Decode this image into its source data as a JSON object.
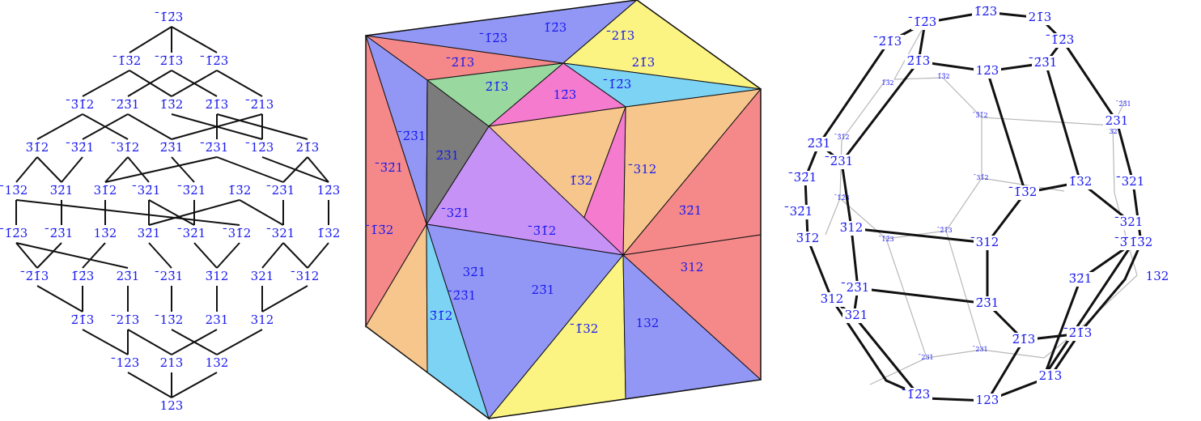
{
  "hasse": {
    "nodes": [
      {
        "id": "t",
        "label": "̄1̄2̄3"
      },
      {
        "id": "a1",
        "label": "̄1̄3̄2"
      },
      {
        "id": "a2",
        "label": "̄2̄1̄3"
      },
      {
        "id": "a3",
        "label": "̄1̄2̄3"
      },
      {
        "id": "b1",
        "label": "̄3̄1̄2"
      },
      {
        "id": "b2",
        "label": "̄2̄3̄1"
      },
      {
        "id": "b3",
        "label": "1̄3̄2"
      },
      {
        "id": "b4",
        "label": "2̄1̄3"
      },
      {
        "id": "b5",
        "label": "̄2̄13"
      },
      {
        "id": "c1",
        "label": "3̄1̄2"
      },
      {
        "id": "c2",
        "label": "̄3̄2̄1"
      },
      {
        "id": "c3",
        "label": "̄31̄2"
      },
      {
        "id": "c4",
        "label": "2̄3̄1"
      },
      {
        "id": "c5",
        "label": "̄2̄31"
      },
      {
        "id": "c6",
        "label": "̄12̄3"
      },
      {
        "id": "c7",
        "label": "21̄3"
      },
      {
        "id": "d1",
        "label": "̄13̄2"
      },
      {
        "id": "d2",
        "label": "3̄2̄1"
      },
      {
        "id": "d3",
        "label": "31̄2"
      },
      {
        "id": "d4",
        "label": "̄32̄1"
      },
      {
        "id": "d5",
        "label": "̄3̄21"
      },
      {
        "id": "d6",
        "label": "1̄3̄2"
      },
      {
        "id": "d7",
        "label": "̄23̄1"
      },
      {
        "id": "d8",
        "label": "12̄3"
      },
      {
        "id": "e1",
        "label": "̄1̄2̄3"
      },
      {
        "id": "e2",
        "label": "̄2̄3̄1"
      },
      {
        "id": "e3",
        "label": "13̄2"
      },
      {
        "id": "e4",
        "label": "32̄1"
      },
      {
        "id": "e5",
        "label": "̄32̄1"
      },
      {
        "id": "e6",
        "label": "̄31̄2"
      },
      {
        "id": "e7",
        "label": "̄321"
      },
      {
        "id": "e8",
        "label": "1̄32"
      },
      {
        "id": "f1",
        "label": "̄2̄1̄3"
      },
      {
        "id": "f2",
        "label": "1̄2̄3"
      },
      {
        "id": "f3",
        "label": "23̄1"
      },
      {
        "id": "f4",
        "label": "̄23̄1"
      },
      {
        "id": "f5",
        "label": "3̄12"
      },
      {
        "id": "f6",
        "label": "321"
      },
      {
        "id": "f7",
        "label": "̄312"
      },
      {
        "id": "g1",
        "label": "2̄1̄3"
      },
      {
        "id": "g2",
        "label": "̄21̄3"
      },
      {
        "id": "g3",
        "label": "̄13̄2"
      },
      {
        "id": "g4",
        "label": "231"
      },
      {
        "id": "g5",
        "label": "312"
      },
      {
        "id": "h1",
        "label": "̄123"
      },
      {
        "id": "h2",
        "label": "213"
      },
      {
        "id": "h3",
        "label": "132"
      },
      {
        "id": "bot",
        "label": "123"
      }
    ],
    "edges": [
      [
        "t",
        "a1"
      ],
      [
        "t",
        "a2"
      ],
      [
        "t",
        "a3"
      ],
      [
        "a1",
        "b1"
      ],
      [
        "a1",
        "b3"
      ],
      [
        "a2",
        "b2"
      ],
      [
        "a2",
        "b4"
      ],
      [
        "a3",
        "b3"
      ],
      [
        "a3",
        "b5"
      ],
      [
        "b1",
        "c1"
      ],
      [
        "b1",
        "c3"
      ],
      [
        "b2",
        "c2"
      ],
      [
        "b2",
        "c4"
      ],
      [
        "b3",
        "c6"
      ],
      [
        "b4",
        "c5"
      ],
      [
        "b4",
        "c7"
      ],
      [
        "b5",
        "c4"
      ],
      [
        "b5",
        "c6"
      ],
      [
        "c1",
        "d1"
      ],
      [
        "c1",
        "d2"
      ],
      [
        "c2",
        "d2"
      ],
      [
        "c3",
        "d3"
      ],
      [
        "c3",
        "d4"
      ],
      [
        "c4",
        "d5"
      ],
      [
        "c5",
        "d7"
      ],
      [
        "c5",
        "d3"
      ],
      [
        "c6",
        "d8"
      ],
      [
        "c7",
        "d7"
      ],
      [
        "c7",
        "d8"
      ],
      [
        "d1",
        "e1"
      ],
      [
        "d1",
        "e6"
      ],
      [
        "d2",
        "e2"
      ],
      [
        "d3",
        "e3"
      ],
      [
        "d4",
        "e4"
      ],
      [
        "d4",
        "e5"
      ],
      [
        "d5",
        "e5"
      ],
      [
        "d6",
        "e7"
      ],
      [
        "d6",
        "e4"
      ],
      [
        "d7",
        "e7"
      ],
      [
        "d8",
        "e8"
      ],
      [
        "e1",
        "f1"
      ],
      [
        "e1",
        "f3"
      ],
      [
        "e2",
        "f1"
      ],
      [
        "e3",
        "f2"
      ],
      [
        "e4",
        "f4"
      ],
      [
        "e5",
        "f5"
      ],
      [
        "e6",
        "f5"
      ],
      [
        "e7",
        "f6"
      ],
      [
        "e7",
        "f7"
      ],
      [
        "e8",
        "f7"
      ],
      [
        "f1",
        "g1"
      ],
      [
        "f2",
        "g1"
      ],
      [
        "f3",
        "g2"
      ],
      [
        "f4",
        "g3"
      ],
      [
        "f5",
        "g4"
      ],
      [
        "f6",
        "g5"
      ],
      [
        "f7",
        "g5"
      ],
      [
        "g1",
        "h1"
      ],
      [
        "g2",
        "h1"
      ],
      [
        "g2",
        "h2"
      ],
      [
        "g3",
        "h3"
      ],
      [
        "g4",
        "h2"
      ],
      [
        "g5",
        "h3"
      ],
      [
        "h1",
        "bot"
      ],
      [
        "h2",
        "bot"
      ],
      [
        "h3",
        "bot"
      ]
    ]
  },
  "cube": {
    "colors": {
      "blue": "#9297f5",
      "pink": "#f47bce",
      "green": "#99d9a0",
      "yellow": "#fbf483",
      "cyan": "#7dd3f4",
      "salmon": "#f5898a",
      "orange": "#f7c68c",
      "violet": "#c792f6",
      "gray": "#7c7c7c"
    },
    "labels": [
      "̄1̄2̄3",
      "1̄2̄3",
      "̄21̄3",
      "̄2̄1̄3",
      "21̄3",
      "2̄1̄3",
      "12̄3",
      "̄1̄2̄3",
      "̄2̄3̄1",
      "2̄3̄1",
      "̄3̄2̄1",
      "̄32̄1",
      "̄1̄3̄2",
      "1̄3̄2",
      "̄3̄1̄2",
      "̄312",
      "3̄2̄1",
      "̄2̄3̄1",
      "32̄1",
      "23̄1",
      "3̄1̄2",
      "̄1̄32",
      "132",
      "312"
    ]
  },
  "solid": {
    "front_labels": [
      "̄1̄2̄3",
      "1̄2̄3",
      "̄2̄1̄3",
      "21̄3",
      "2̄1̄3",
      "̄1̄2̄3",
      "12̄3",
      "̄2̄3̄1",
      "2̄3̄1",
      "̄2̄31",
      "̄3̄2̄1",
      "̄32̄1",
      "1̄32",
      "̄1̄3̄2",
      "̄321",
      "3̄12",
      "̄312",
      "̄321",
      "̄3̄1̄2",
      "3̄2̄1",
      "3̄1̄2",
      "̄23̄1",
      "2̄3̄1",
      "321",
      "312",
      "231",
      "̄1̄3̄2",
      "132",
      "̄2̄1̄3",
      "2̄1̄3",
      "̄1̄2̄3",
      "123",
      "213"
    ],
    "back_labels": [
      "1̄3̄2",
      "1̄3̄2",
      "̄2̄3̄1",
      "̄3̄2̄1",
      "̄3̄1̄2",
      "̄3̄1̄2",
      "̄31̄2",
      "̄1̄2̄3",
      "̄1̄2̄3",
      "̄2̄1̄3",
      "̄231",
      "̄231"
    ]
  }
}
